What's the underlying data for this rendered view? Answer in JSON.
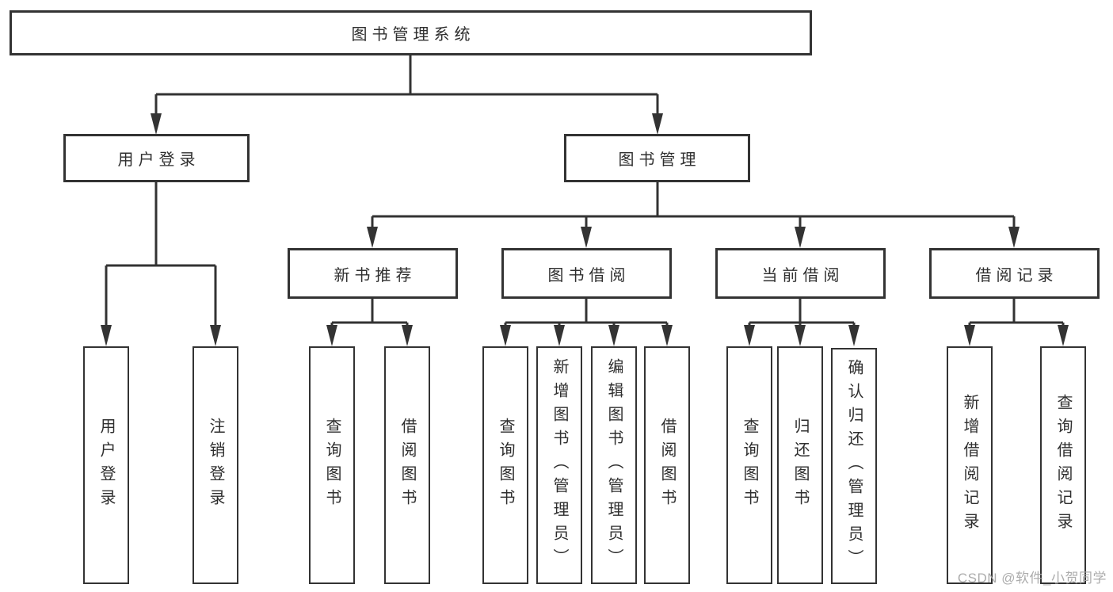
{
  "diagram": {
    "root": {
      "label": "图书管理系统"
    },
    "level2": [
      {
        "id": "user-login",
        "label": "用户登录"
      },
      {
        "id": "book-management",
        "label": "图书管理"
      }
    ],
    "level3": [
      {
        "id": "new-book-recommend",
        "parent": "图书管理",
        "label": "新书推荐"
      },
      {
        "id": "book-borrowing",
        "parent": "图书管理",
        "label": "图书借阅"
      },
      {
        "id": "current-borrowing",
        "parent": "图书管理",
        "label": "当前借阅"
      },
      {
        "id": "borrowing-records",
        "parent": "图书管理",
        "label": "借阅记录"
      }
    ],
    "leaves": [
      {
        "parent": "用户登录",
        "label": "用户登录"
      },
      {
        "parent": "用户登录",
        "label": "注销登录"
      },
      {
        "parent": "新书推荐",
        "label": "查询图书"
      },
      {
        "parent": "新书推荐",
        "label": "借阅图书"
      },
      {
        "parent": "图书借阅",
        "label": "查询图书"
      },
      {
        "parent": "图书借阅",
        "label": "新增图书（管理员）"
      },
      {
        "parent": "图书借阅",
        "label": "编辑图书（管理员）"
      },
      {
        "parent": "图书借阅",
        "label": "借阅图书"
      },
      {
        "parent": "当前借阅",
        "label": "查询图书"
      },
      {
        "parent": "当前借阅",
        "label": "归还图书"
      },
      {
        "parent": "当前借阅",
        "label": "确认归还（管理员）"
      },
      {
        "parent": "借阅记录",
        "label": "新增借阅记录"
      },
      {
        "parent": "借阅记录",
        "label": "查询借阅记录"
      }
    ],
    "watermark": "CSDN @软件_小贺同学",
    "colors": {
      "line": "#333333",
      "box_border": "#333333",
      "box_fill": "#ffffff",
      "text": "#2f2f2f",
      "watermark": "#a6a6a6",
      "background": "#ffffff"
    }
  }
}
